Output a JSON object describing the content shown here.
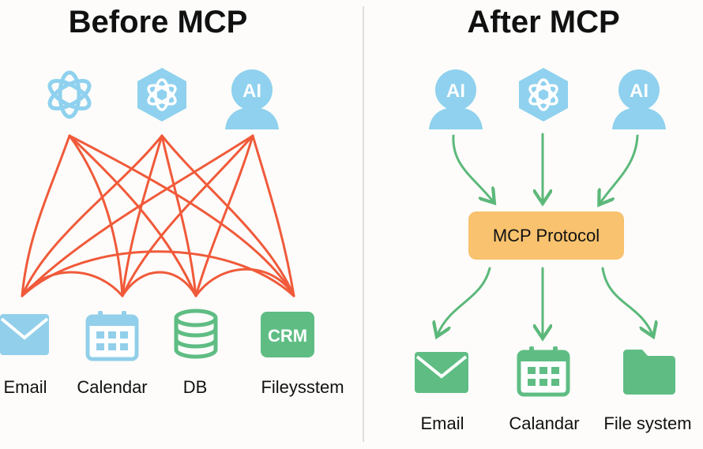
{
  "left_panel": {
    "title": "Before MCP",
    "models": [
      {
        "icon": "openai-logo-icon"
      },
      {
        "icon": "openai-hex-logo-icon"
      },
      {
        "icon": "ai-person-icon",
        "text": "AI"
      }
    ],
    "tools": [
      {
        "icon": "email-icon",
        "label": "Email"
      },
      {
        "icon": "calendar-icon",
        "label": "Calendar"
      },
      {
        "icon": "database-icon",
        "label": "DB"
      },
      {
        "icon": "crm-icon",
        "text": "CRM",
        "label": "Fileysstem"
      }
    ],
    "connection_color": "#f05a3a"
  },
  "right_panel": {
    "title": "After MCP",
    "models": [
      {
        "icon": "ai-person-icon",
        "text": "AI"
      },
      {
        "icon": "openai-hex-logo-icon"
      },
      {
        "icon": "ai-person-icon",
        "text": "AI"
      }
    ],
    "hub": "MCP Protocol",
    "tools": [
      {
        "icon": "email-icon",
        "label": "Email"
      },
      {
        "icon": "calendar-icon",
        "label": "Calandar"
      },
      {
        "icon": "folder-icon",
        "label": "File system"
      }
    ],
    "arrow_color": "#5cb87a"
  },
  "colors": {
    "model_blue": "#8fd1ee",
    "tool_blue": "#92cfea",
    "tool_green": "#5fbd84",
    "hub_orange": "#f8c26e"
  }
}
